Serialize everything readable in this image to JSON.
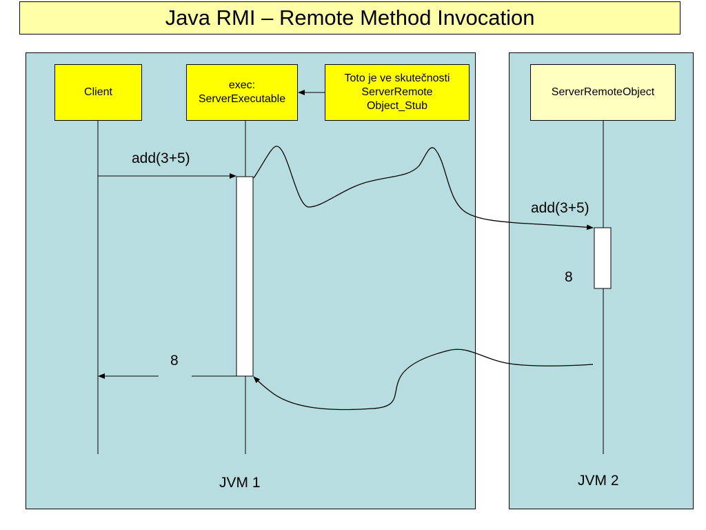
{
  "title": "Java RMI – Remote Method Invocation",
  "jvm1": {
    "label": "JVM 1"
  },
  "jvm2": {
    "label": "JVM 2"
  },
  "boxes": {
    "client": "Client",
    "executable": "exec:\nServerExecutable",
    "stub": "Toto je ve skutečnosti\nServerRemote\nObject_Stub",
    "server": "ServerRemoteObject"
  },
  "messages": {
    "call_client": "add(3+5)",
    "call_server": "add(3+5)",
    "result_server": "8",
    "result_client": "8"
  },
  "colors": {
    "panel": "#b8dde0",
    "box_yellow": "#ffff00",
    "box_light": "#ffffc0",
    "title_bg": "#ffffa8"
  }
}
